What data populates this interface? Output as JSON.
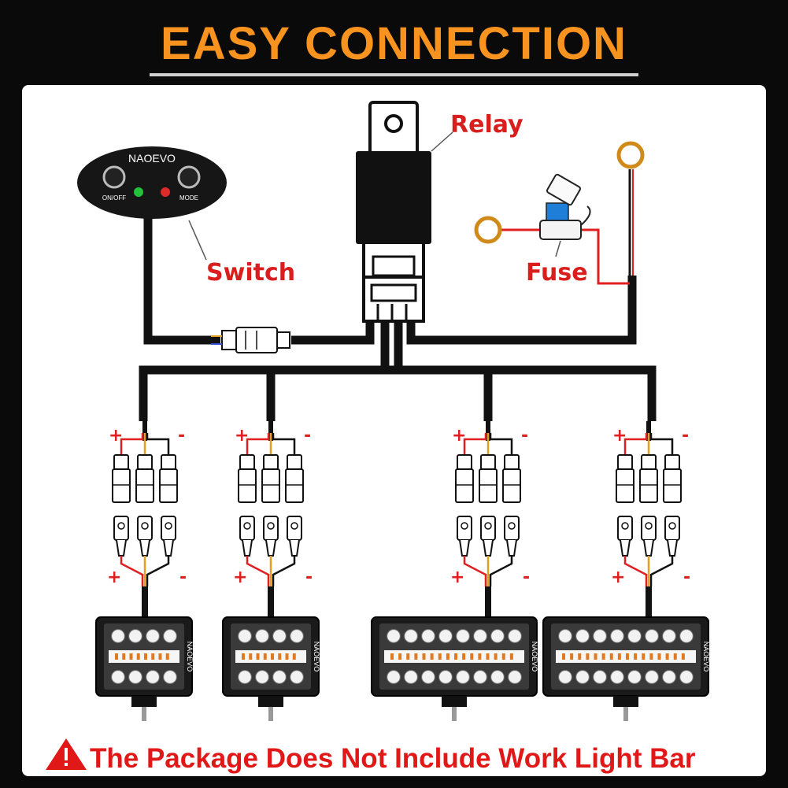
{
  "header": {
    "title": "EASY CONNECTION"
  },
  "labels": {
    "relay": "Relay",
    "switch": "Switch",
    "fuse": "Fuse"
  },
  "switch_box": {
    "brand": "NAOEVO",
    "left_button": "ON/OFF",
    "right_button": "MODE"
  },
  "light_brand": "NAOEVO",
  "polarity": {
    "plus": "+",
    "minus": "-"
  },
  "warning": {
    "text": "The Package Does Not Include Work Light Bar",
    "icon": "warning-triangle-icon"
  },
  "colors": {
    "title": "#f7931e",
    "label_red": "#d91e1e",
    "wire_red": "#e02020",
    "ring_terminal": "#d08a1a",
    "led_green": "#22c33a",
    "led_red": "#e02a2a"
  }
}
